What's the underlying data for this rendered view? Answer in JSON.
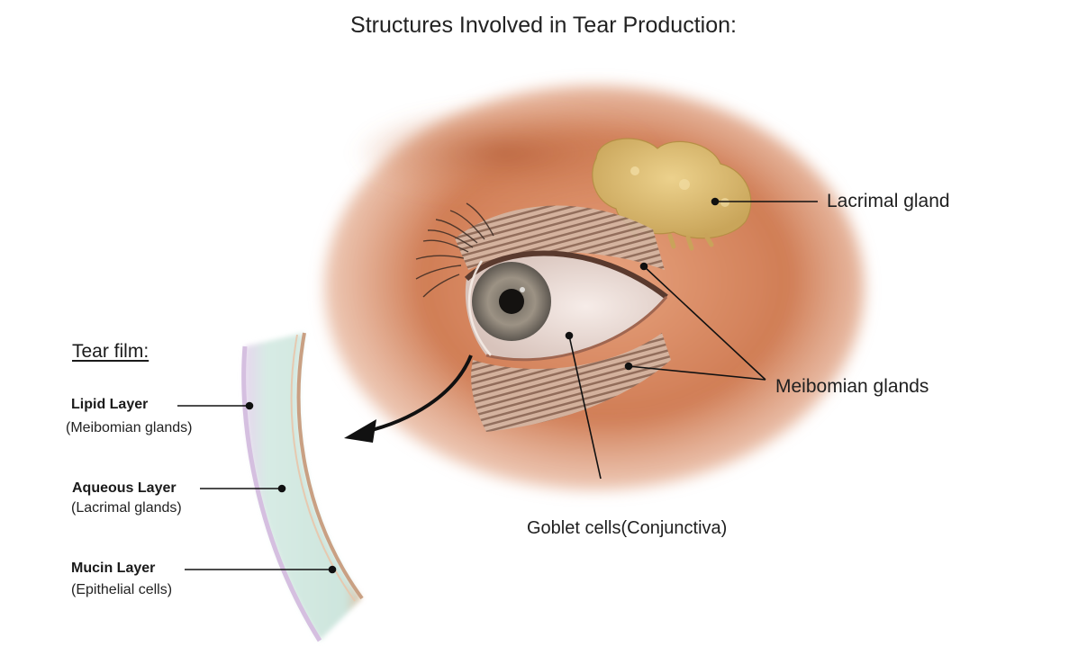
{
  "title": "Structures Involved in Tear Production:",
  "labels": {
    "lacrimal_gland": "Lacrimal gland",
    "meibomian_glands": "Meibomian glands",
    "goblet_cells": "Goblet cells(Conjunctiva)"
  },
  "tear_film": {
    "title": "Tear film:",
    "layers": [
      {
        "name": "Lipid Layer",
        "source": "(Meibomian glands)"
      },
      {
        "name": "Aqueous Layer",
        "source": "(Lacrimal glands)"
      },
      {
        "name": "Mucin Layer",
        "source": "(Epithelial cells)"
      }
    ]
  },
  "colors": {
    "skin": "#c87a52",
    "gland": "#d9b96a",
    "iris": "#8f8578",
    "film_aqueous": "#d7ebe4",
    "film_lipid": "#c9a083",
    "film_mucin": "#c8b2d6"
  }
}
